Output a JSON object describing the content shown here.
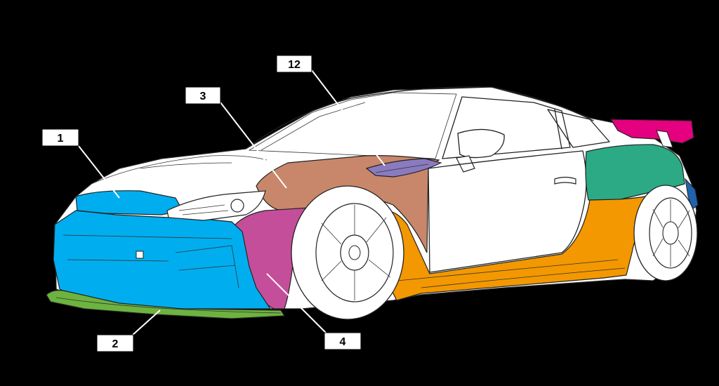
{
  "diagram": {
    "labels": [
      {
        "id": "1",
        "text": "1"
      },
      {
        "id": "2",
        "text": "2"
      },
      {
        "id": "3",
        "text": "3"
      },
      {
        "id": "4",
        "text": "4"
      },
      {
        "id": "12",
        "text": "12"
      }
    ],
    "parts": [
      {
        "id": "1",
        "part": "front-bumper",
        "color": "#00AEEF"
      },
      {
        "id": "2",
        "part": "front-lip-spoiler",
        "color": "#6DB33F"
      },
      {
        "id": "3",
        "part": "front-fender",
        "color": "#C8876A"
      },
      {
        "id": "4",
        "part": "front-overfender",
        "color": "#C44E9A"
      },
      {
        "id": "12",
        "part": "fender-duct",
        "color": "#8A7BC0"
      }
    ],
    "other_colors": {
      "side_skirt": "#F39800",
      "rear_fender": "#2BAA85",
      "rear_wing": "#E4007F",
      "rear_bumper": "#1E63B0",
      "background": "#000000",
      "body": "#FFFFFF"
    }
  }
}
